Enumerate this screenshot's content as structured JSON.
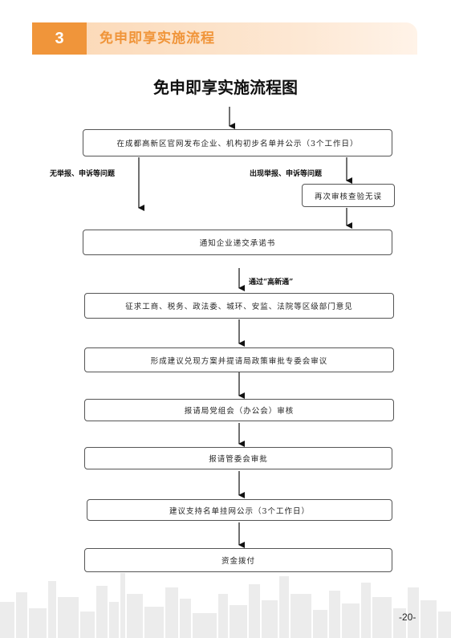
{
  "header": {
    "number": "3",
    "title": "免申即享实施流程"
  },
  "doc_title": "免申即享实施流程图",
  "steps": {
    "s1": "在成都高新区官网发布企业、机构初步名单并公示（3个工作日）",
    "s2": "再次审核查验无误",
    "s3": "通知企业递交承诺书",
    "s4": "征求工商、税务、政法委、城环、安监、法院等区级部门意见",
    "s5": "形成建议兑现方案并提请局政策审批专委会审议",
    "s6": "报请局党组会（办公会）审核",
    "s7": "报请管委会审批",
    "s8": "建议支持名单挂网公示（3个工作日）",
    "s9": "资金拨付"
  },
  "labels": {
    "no_issue": "无举报、申诉等问题",
    "issue": "出现举报、申诉等问题",
    "via": "通过“高新通”"
  },
  "page_number": "-20-"
}
